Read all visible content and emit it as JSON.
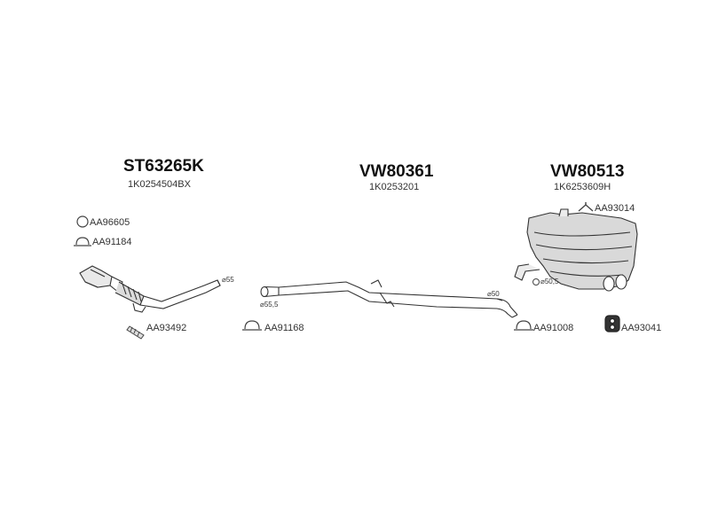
{
  "assemblies": [
    {
      "part_number": "ST63265K",
      "oem_number": "1K0254504BX"
    },
    {
      "part_number": "VW80361",
      "oem_number": "1K0253201"
    },
    {
      "part_number": "VW80513",
      "oem_number": "1K6253609H"
    }
  ],
  "accessories": {
    "ring": "AA96605",
    "clamp_top": "AA91184",
    "bolt": "AA93492",
    "clamp_mid": "AA91168",
    "hanger": "AA93014",
    "clamp_right": "AA91008",
    "rubber_mount": "AA93041"
  },
  "dimensions": {
    "d55": "⌀55",
    "d55_5": "⌀55,5",
    "d50": "⌀50",
    "d50_5": "⌀50,5"
  }
}
